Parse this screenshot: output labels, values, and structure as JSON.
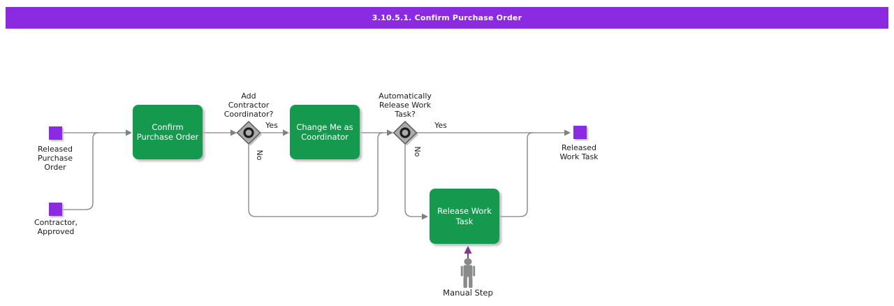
{
  "header": {
    "title": "3.10.5.1. Confirm Purchase Order",
    "bg_color": "#8b2ae0",
    "text_color": "#ffffff"
  },
  "colors": {
    "task_fill": "#14994e",
    "task_text": "#ffffff",
    "event_fill": "#8a2be2",
    "connector": "#808080",
    "gateway_fill": "#ababab",
    "gateway_border": "#5a5a5a",
    "gateway_ring": "#1c1c1c",
    "manual_arrow": "#7e3b92",
    "person": "#8a8a8a",
    "label_text": "#1a1a1a"
  },
  "start_events": [
    {
      "label": "Released\nPurchase\nOrder"
    },
    {
      "label": "Contractor,\nApproved"
    }
  ],
  "end_event": {
    "label": "Released\nWork Task"
  },
  "tasks": [
    {
      "label": "Confirm\nPurchase Order"
    },
    {
      "label": "Change Me as\nCoordinator"
    },
    {
      "label": "Release Work\nTask"
    }
  ],
  "gateways": [
    {
      "question": "Add\nContractor\nCoordinator?",
      "yes_label": "Yes",
      "no_label": "No"
    },
    {
      "question": "Automatically\nRelease Work\nTask?",
      "yes_label": "Yes",
      "no_label": "No"
    }
  ],
  "manual_step": {
    "label": "Manual Step"
  }
}
